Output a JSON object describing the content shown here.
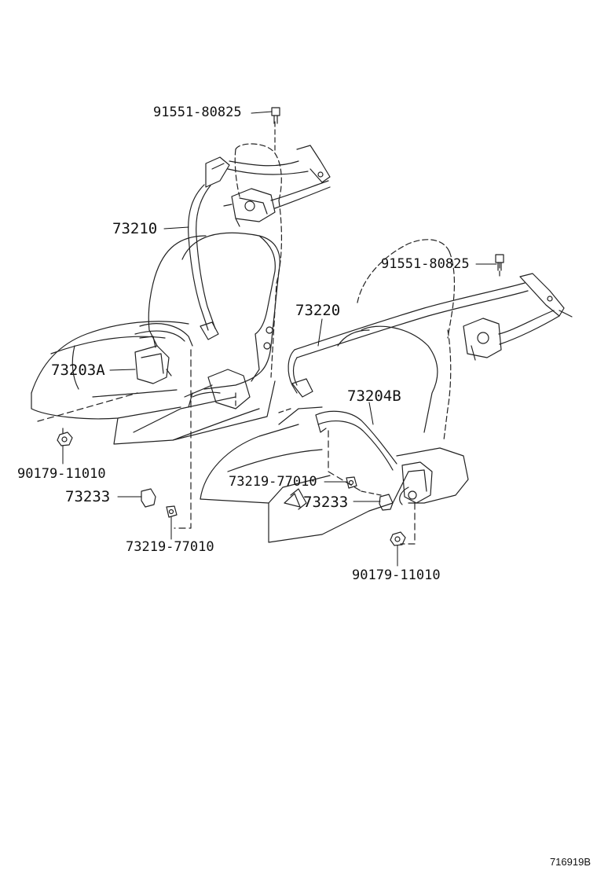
{
  "diagram": {
    "figure_id": "716919B",
    "callouts": {
      "bolt_left": "91551-80825",
      "belt_left": "73210",
      "buckle_left": "73203A",
      "nut_left": "90179-11010",
      "cover_left": "73233",
      "clip_left": "73219-77010",
      "bolt_right": "91551-80825",
      "belt_right": "73220",
      "buckle_right": "73204B",
      "clip_right": "73219-77010",
      "cover_right": "73233",
      "nut_right": "90179-11010"
    }
  }
}
